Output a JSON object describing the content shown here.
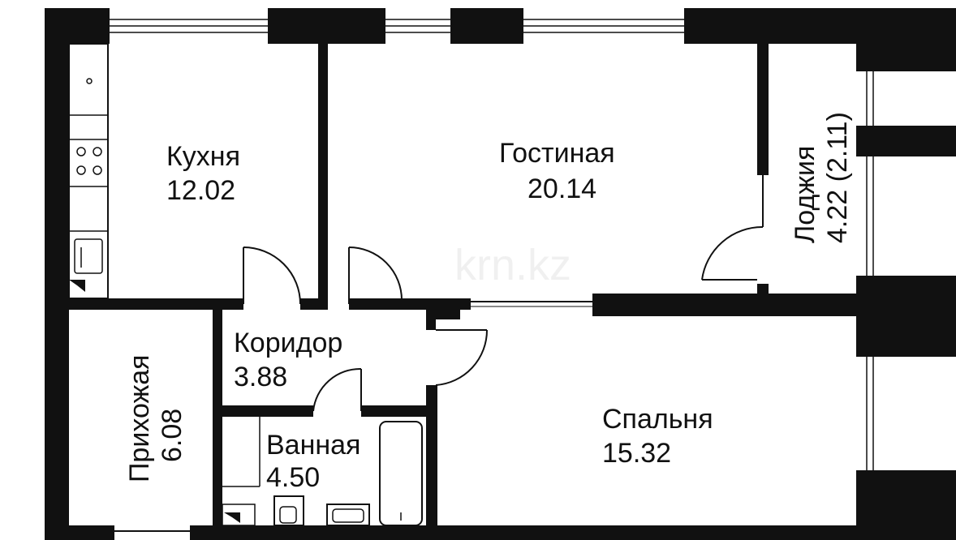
{
  "rooms": {
    "kitchen": {
      "name": "Кухня",
      "area": "12.02"
    },
    "living": {
      "name": "Гостиная",
      "area": "20.14"
    },
    "loggia": {
      "name": "Лоджия",
      "area": "4.22 (2.11)"
    },
    "corridor": {
      "name": "Коридор",
      "area": "3.88"
    },
    "hallway": {
      "name": "Прихожая",
      "area": "6.08"
    },
    "bathroom": {
      "name": "Ванная",
      "area": "4.50"
    },
    "bedroom": {
      "name": "Спальня",
      "area": "15.32"
    }
  },
  "watermark": "krn.kz",
  "colors": {
    "wall": "#111111",
    "background": "#ffffff",
    "line": "#111111"
  }
}
